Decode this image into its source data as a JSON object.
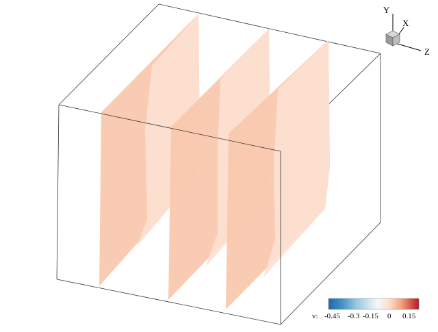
{
  "axes_triad": {
    "y_label": "Y",
    "x_label": "X",
    "z_label": "Z"
  },
  "legend": {
    "variable_label": "v:",
    "tick_labels": [
      "-0.45",
      "-0.3",
      "-0.15",
      "0",
      "0.15"
    ],
    "colors": [
      "#2166ac",
      "#4393c3",
      "#92c5de",
      "#d1e5f0",
      "#f7f7f7",
      "#fddbc7",
      "#f4a582",
      "#d6604d",
      "#b2182b"
    ]
  },
  "slices": {
    "count": 3,
    "base_color": "#f9c8ae",
    "light_color": "#fde1d2"
  }
}
